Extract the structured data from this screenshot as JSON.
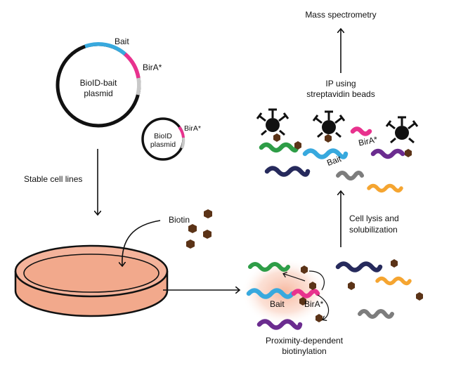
{
  "labels": {
    "bait_top": "Bait",
    "birA_top": "BirA*",
    "plasmid_big_line1": "BioID-bait",
    "plasmid_big_line2": "plasmid",
    "plasmid_small_line1": "BioID",
    "plasmid_small_line2": "plasmid",
    "birA_small": "BirA*",
    "stable_cell_lines": "Stable cell lines",
    "biotin": "Biotin",
    "proximity_line1": "Proximity-dependent",
    "proximity_line2": "biotinylation",
    "bait_bottom": "Bait",
    "birA_bottom": "BirA*",
    "lysis_line1": "Cell lysis and",
    "lysis_line2": "solubilization",
    "ip_line1": "IP using",
    "ip_line2": "streptavidin beads",
    "bait_mid": "Bait",
    "birA_mid": "BirA*",
    "mass_spec": "Mass spectrometry"
  },
  "colors": {
    "bait": "#38a9de",
    "birA": "#e8328e",
    "plasmid_gray": "#c8c8c8",
    "green": "#2e9d47",
    "purple": "#6b2c8f",
    "navy": "#262a5c",
    "gray": "#7d7d7d",
    "orange": "#f5a531",
    "biotin": "#5b3317",
    "dish": "#f2a98c",
    "glow": "#f6bfa6"
  }
}
